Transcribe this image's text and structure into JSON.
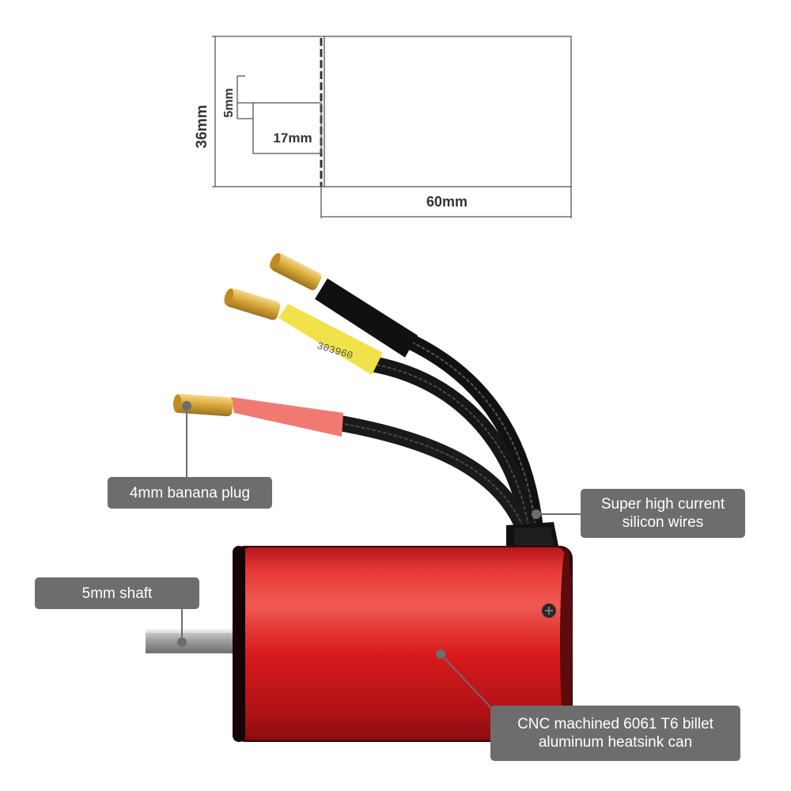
{
  "dimensions": {
    "height": "36mm",
    "shaft_diameter": "5mm",
    "shaft_length": "17mm",
    "body_length": "60mm"
  },
  "callouts": {
    "banana_plug": {
      "lines": [
        "4mm banana plug"
      ]
    },
    "silicon_wires": {
      "lines": [
        "Super high current",
        "silicon wires"
      ]
    },
    "shaft": {
      "lines": [
        "5mm shaft"
      ]
    },
    "heatsink_can": {
      "lines": [
        "CNC machined 6061 T6 billet",
        "aluminum heatsink can"
      ]
    }
  },
  "wire_marking": "303960",
  "colors": {
    "callout_bg": "#6d6d6d",
    "can_red": "#d81a1c",
    "gold": "#d9a93a",
    "yellow_sleeve": "#f2e24a",
    "red_sleeve": "#f07a72"
  }
}
